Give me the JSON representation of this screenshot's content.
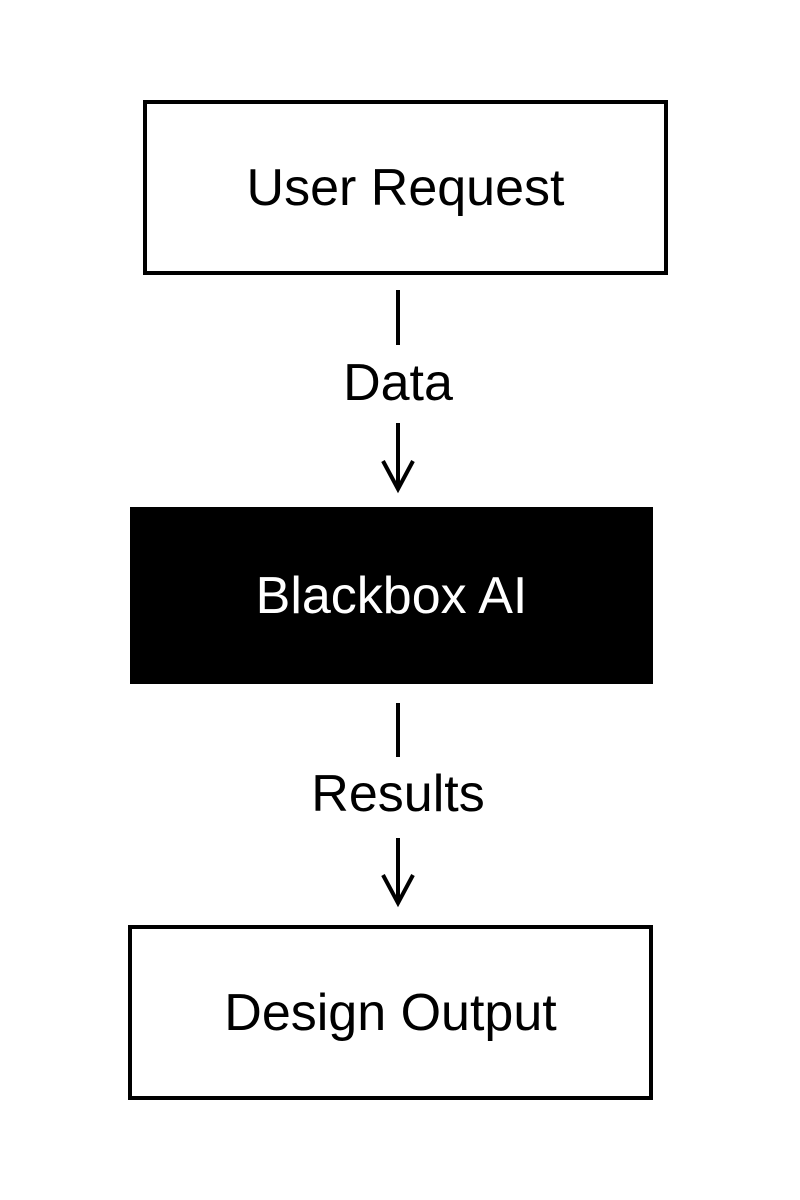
{
  "diagram": {
    "title": "",
    "nodes": [
      {
        "id": "user-request",
        "label": "User Request",
        "variant": "outline"
      },
      {
        "id": "blackbox-ai",
        "label": "Blackbox AI",
        "variant": "filled"
      },
      {
        "id": "design-output",
        "label": "Design Output",
        "variant": "outline"
      }
    ],
    "edges": [
      {
        "from": "user-request",
        "to": "blackbox-ai",
        "label": "Data",
        "direction": "down"
      },
      {
        "from": "blackbox-ai",
        "to": "design-output",
        "label": "Results",
        "direction": "down"
      }
    ],
    "colors": {
      "background": "#ffffff",
      "stroke": "#000000",
      "outline_node_bg": "#ffffff",
      "outline_node_text": "#000000",
      "filled_node_bg": "#000000",
      "filled_node_text": "#ffffff"
    }
  }
}
